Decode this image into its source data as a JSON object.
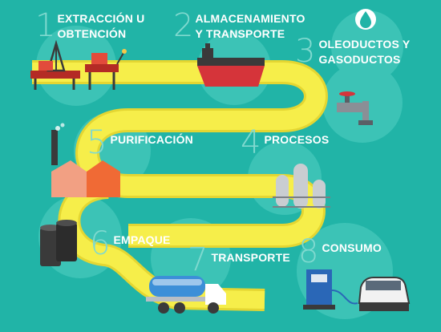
{
  "colors": {
    "background": "#21b4a7",
    "circle": "#3cc3b6",
    "road": "#f6ee4a",
    "road_edge": "#e4d632",
    "number": "#7fd9cf",
    "label": "#ffffff"
  },
  "steps": [
    {
      "number": "1",
      "label": "Extracción u obtención",
      "icon": "oil-rig-icon"
    },
    {
      "number": "2",
      "label": "Almacenamiento y transporte",
      "icon": "tanker-ship-icon"
    },
    {
      "number": "3",
      "label": "Oleoductos y gasoductos",
      "icon": "pipeline-valve-icon"
    },
    {
      "number": "4",
      "label": "Procesos",
      "icon": "refinery-tanks-icon"
    },
    {
      "number": "5",
      "label": "Purificación",
      "icon": "factory-icon"
    },
    {
      "number": "6",
      "label": "Empaque",
      "icon": "barrels-icon"
    },
    {
      "number": "7",
      "label": "Transporte",
      "icon": "tanker-truck-icon"
    },
    {
      "number": "8",
      "label": "Consumo",
      "icon": "fuel-pump-car-icon"
    }
  ],
  "badge_icon": "oil-drop-icon"
}
